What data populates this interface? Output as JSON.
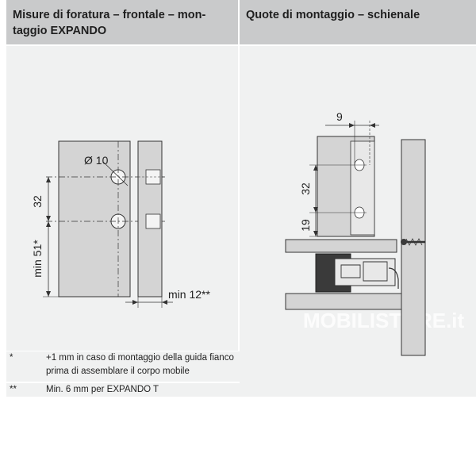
{
  "left_panel": {
    "title": "Misure di foratura – frontale – mon-taggio EXPANDO",
    "title_line1": "Misure di foratura – frontale – mon-",
    "title_line2": "taggio EXPANDO",
    "labels": {
      "diameter": "Ø 10",
      "spacing": "32",
      "min_height": "min 51*",
      "min_width": "min 12**"
    }
  },
  "right_panel": {
    "title": "Quote di montaggio – schienale",
    "labels": {
      "offset": "9",
      "spacing": "32",
      "height": "19"
    },
    "watermark": "MOBILISTORE.it"
  },
  "notes": [
    {
      "mark": "*",
      "text": "+1 mm in caso di montaggio della guida fianco prima di assemblare il corpo mobile"
    },
    {
      "mark": "**",
      "text": "Min. 6 mm per EXPANDO T"
    }
  ],
  "colors": {
    "panel_bg": "#f0f1f1",
    "header_bg": "#c9cacb",
    "part_fill": "#d4d4d4",
    "dark_part": "#3a3a3a"
  }
}
